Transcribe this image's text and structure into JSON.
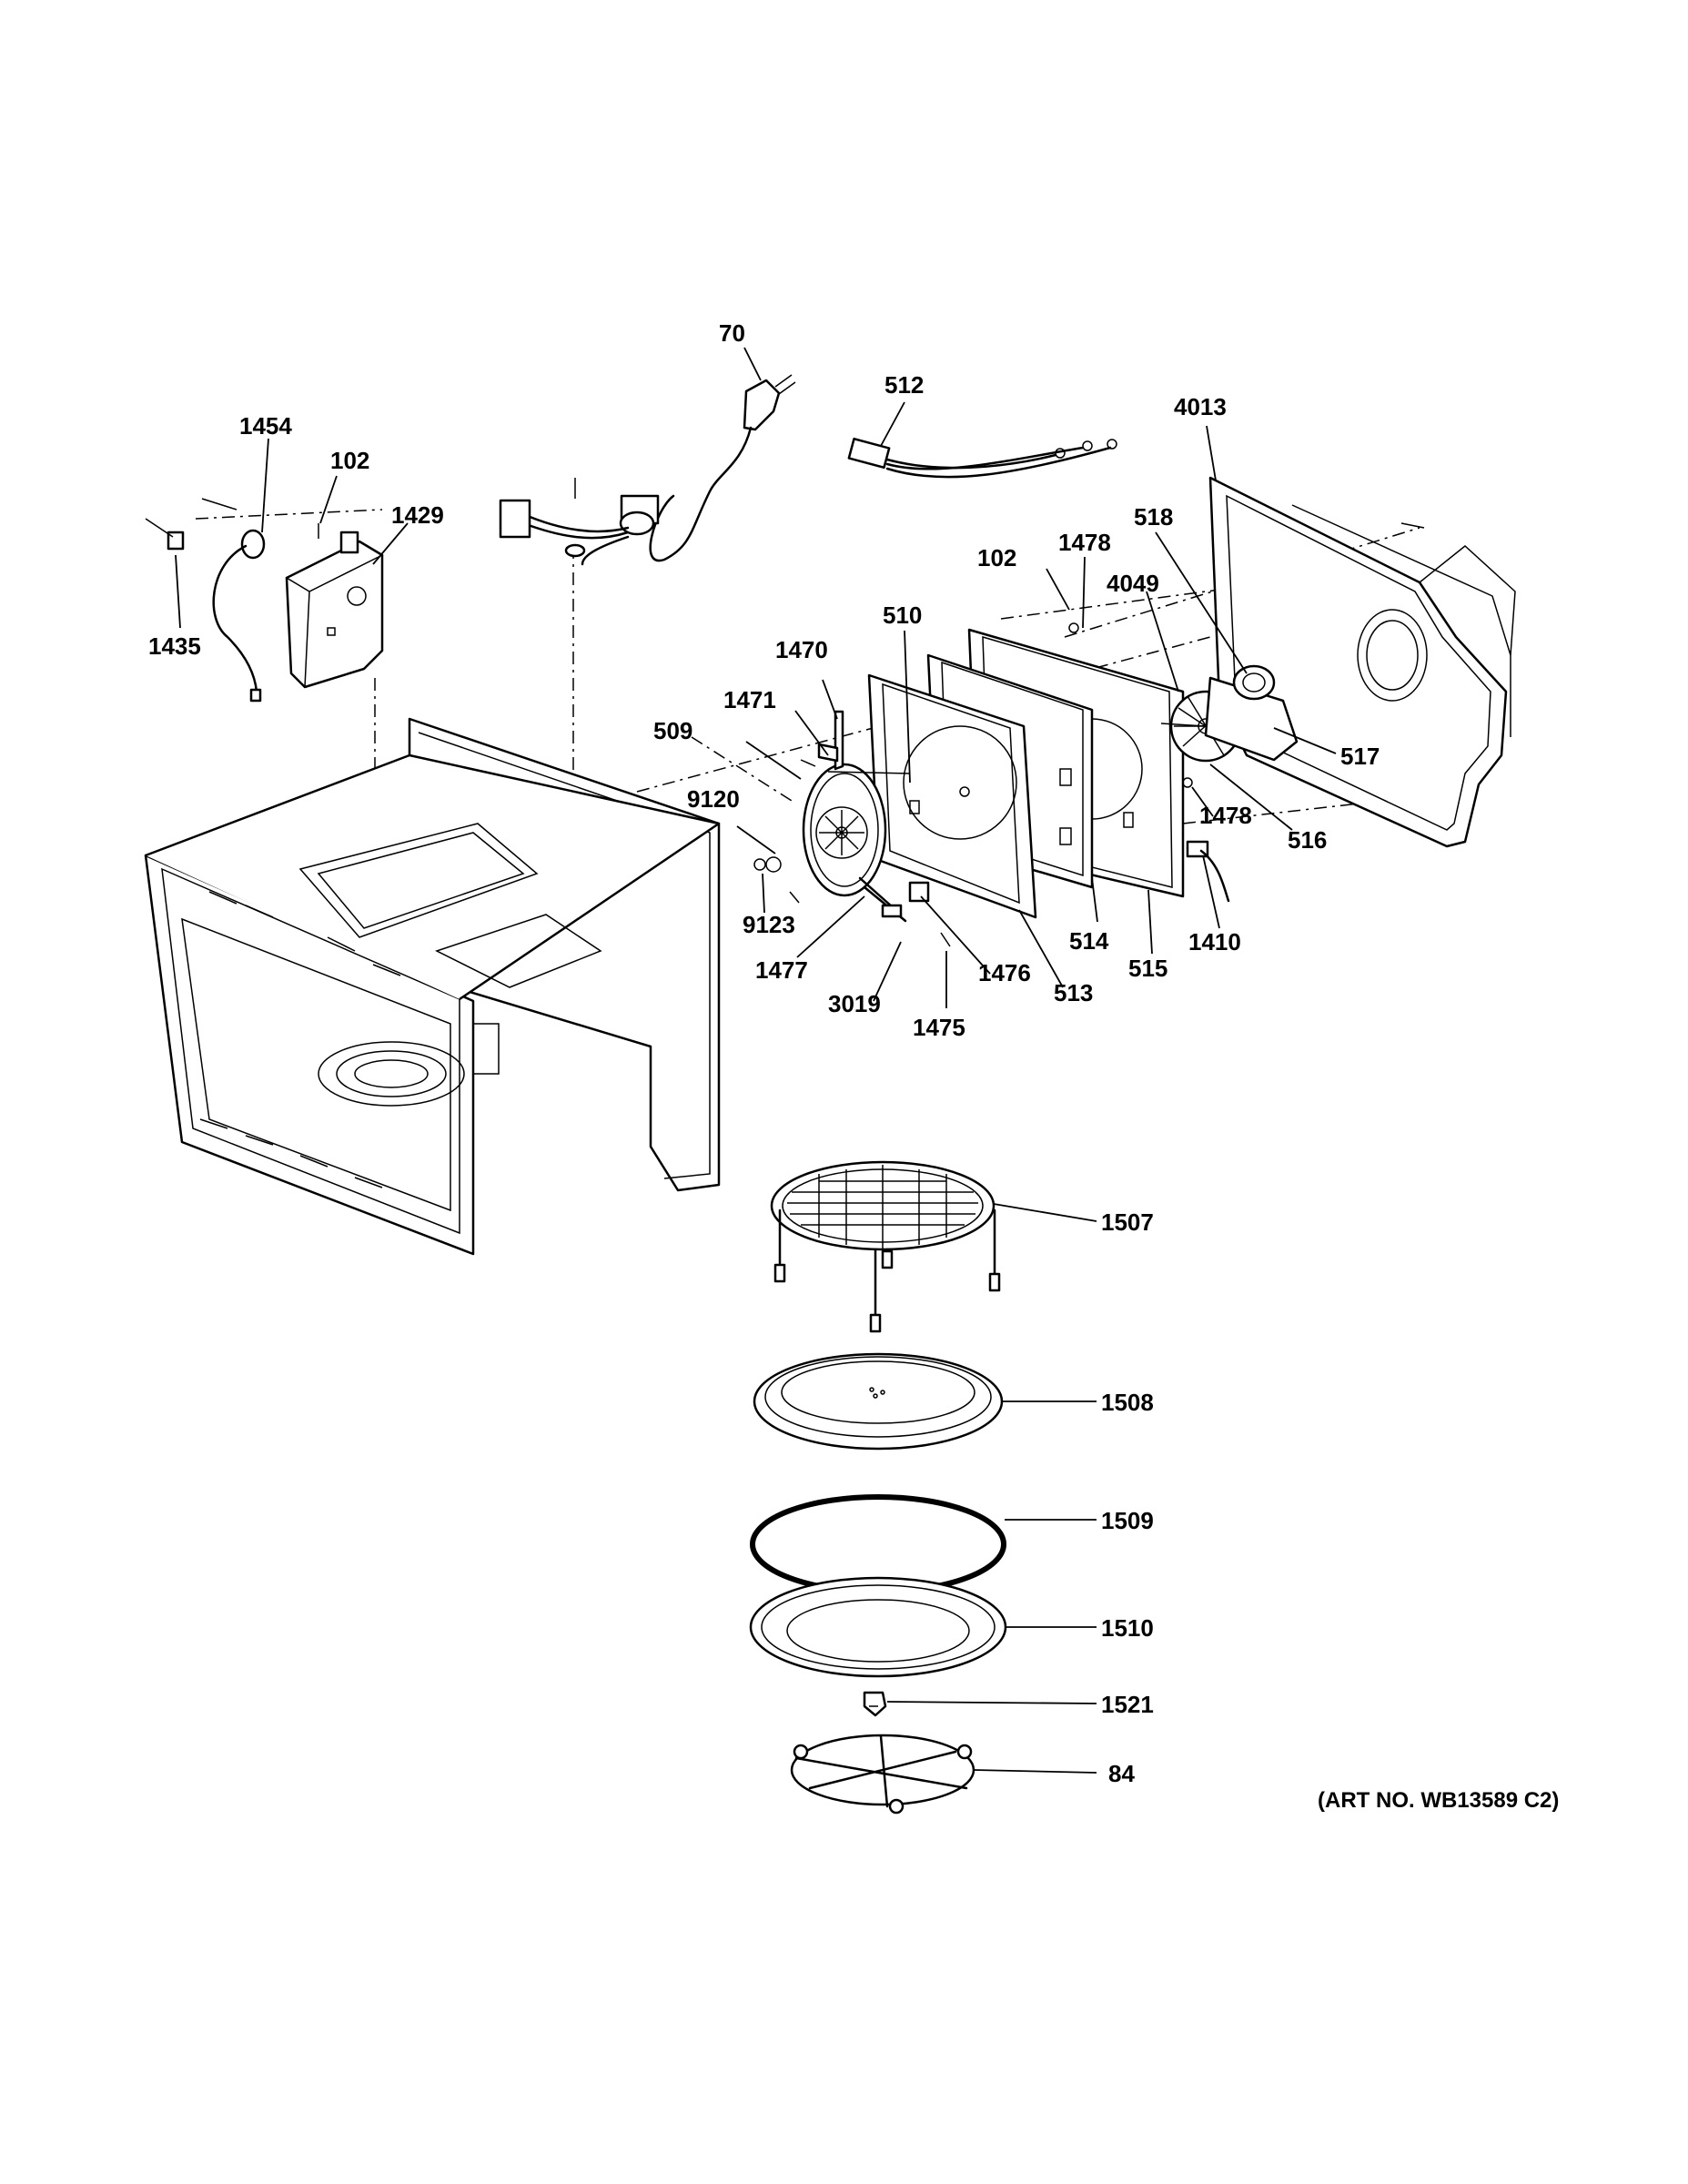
{
  "diagram": {
    "art_number": "(ART NO. WB13589 C2)",
    "callouts": [
      {
        "id": "c70",
        "label": "70"
      },
      {
        "id": "c512",
        "label": "512"
      },
      {
        "id": "c4013",
        "label": "4013"
      },
      {
        "id": "c1454",
        "label": "1454"
      },
      {
        "id": "c102a",
        "label": "102"
      },
      {
        "id": "c1429",
        "label": "1429"
      },
      {
        "id": "c1435",
        "label": "1435"
      },
      {
        "id": "c518",
        "label": "518"
      },
      {
        "id": "c102b",
        "label": "102"
      },
      {
        "id": "c1478a",
        "label": "1478"
      },
      {
        "id": "c4049",
        "label": "4049"
      },
      {
        "id": "c510",
        "label": "510"
      },
      {
        "id": "c1470",
        "label": "1470"
      },
      {
        "id": "c1471",
        "label": "1471"
      },
      {
        "id": "c509",
        "label": "509"
      },
      {
        "id": "c517",
        "label": "517"
      },
      {
        "id": "c9120",
        "label": "9120"
      },
      {
        "id": "c1478b",
        "label": "1478"
      },
      {
        "id": "c516",
        "label": "516"
      },
      {
        "id": "c9123",
        "label": "9123"
      },
      {
        "id": "c1410",
        "label": "1410"
      },
      {
        "id": "c514",
        "label": "514"
      },
      {
        "id": "c1477",
        "label": "1477"
      },
      {
        "id": "c1476",
        "label": "1476"
      },
      {
        "id": "c515",
        "label": "515"
      },
      {
        "id": "c513",
        "label": "513"
      },
      {
        "id": "c3019",
        "label": "3019"
      },
      {
        "id": "c1475",
        "label": "1475"
      },
      {
        "id": "c1507",
        "label": "1507"
      },
      {
        "id": "c1508",
        "label": "1508"
      },
      {
        "id": "c1509",
        "label": "1509"
      },
      {
        "id": "c1510",
        "label": "1510"
      },
      {
        "id": "c1521",
        "label": "1521"
      },
      {
        "id": "c84",
        "label": "84"
      }
    ]
  }
}
